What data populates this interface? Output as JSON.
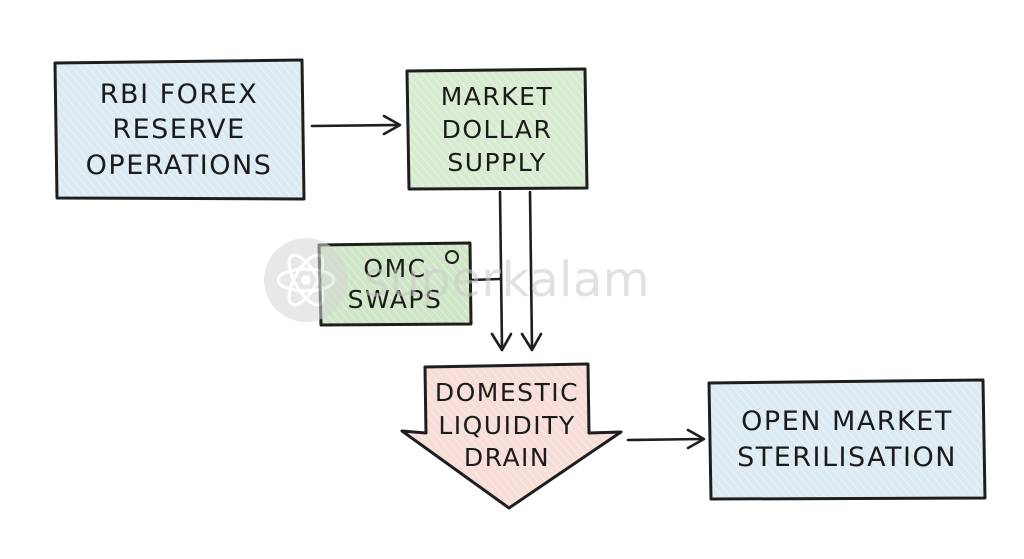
{
  "diagram": {
    "nodes": {
      "rbi": {
        "text": "RBI FOREX\nRESERVE\nOPERATIONS",
        "fill": "#dcebf3"
      },
      "market": {
        "text": "MARKET\nDOLLAR\nSUPPLY",
        "fill": "#d6ebcf"
      },
      "omc": {
        "text": "OMC\nSWAPS",
        "fill": "#cfe6c6"
      },
      "drain": {
        "text": "DOMESTIC\nLIQUIDITY\nDRAIN",
        "fill": "#f6ddd8"
      },
      "sterilisation": {
        "text": "OPEN MARKET\nSTERILISATION",
        "fill": "#dcebf3"
      }
    },
    "stroke_color": "#1e1e1e"
  },
  "watermark": {
    "text": "superkalam",
    "icon": "atom-icon"
  }
}
